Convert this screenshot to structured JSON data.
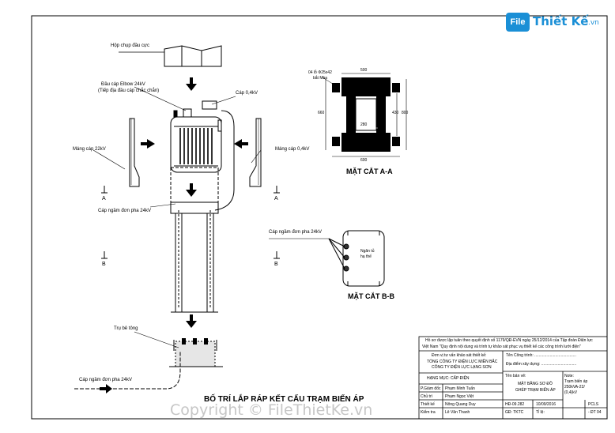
{
  "logo": {
    "badge": "File",
    "name": "Thiết Kế",
    "suffix": ".vn"
  },
  "labels": {
    "hop_chup": "Hộp chụp đầu cực",
    "dau_cap_1": "Đầu cáp Elbow 24kV",
    "dau_cap_2": "(Tiếp địa đầu cáp chắc chắn)",
    "cap_04_top": "Cáp 0,4kV",
    "mang_cap_22": "Máng cáp 22kV",
    "mang_cap_04": "Máng cáp 0,4kV",
    "cap_ngam_1": "Cáp ngầm đơn pha 24kV",
    "cap_ngam_2": "Cáp ngầm đơn pha 24kV",
    "cap_ngam_3": "Cáp ngầm đơn pha 24kV",
    "tru_be_tong": "Trụ bê tông",
    "sec_a_left": "A",
    "sec_a_right": "A",
    "sec_b_left": "B",
    "sec_b_right": "B",
    "main_title": "BỐ TRÍ LẮP RÁP KẾT CẤU TRẠM BIẾN ÁP"
  },
  "section_aa": {
    "note_1": "04 lỗ Φ25x42",
    "note_2": "bắt Mba",
    "dim_top": "500",
    "dim_left": "660",
    "dim_mid": "280",
    "dim_right_a": "430",
    "dim_right_b": "800",
    "dim_bottom": "600",
    "title": "MẶT CẮT A-A"
  },
  "section_bb": {
    "cable_label": "Cáp ngầm đơn pha 24kV",
    "box_text_1": "Ngăn tủ",
    "box_text_2": "hạ thế",
    "title": "MẶT CẮT B-B"
  },
  "approval": {
    "line1": "Hồ sơ được lập tuân theo quyết định số 1179/QĐ-EVN ngày 25/12/2014 của Tập đoàn Điện lực",
    "line2": "Việt Nam \"Quy định nội dung và trình tự khảo sát phục vụ thiết kế các công trình lưới điện\""
  },
  "title_block": {
    "ten_cong_trinh": "Tên Công trình: ......................................",
    "dia_diem": "Địa điểm xây dựng: ................................",
    "don_vi_label": "Đơn vị tư vấn khảo sát thiết kế:",
    "company_1": "TỔNG CÔNG TY ĐIỆN LỰC MIỀN BẮC",
    "company_2": "CÔNG TY ĐIỆN LỰC LẠNG SƠN",
    "hang_muc": "HẠNG MỤC: CẤP ĐIỆN",
    "roles": [
      {
        "role": "P.Giám đốc",
        "name": "Phạm Minh Tuấn"
      },
      {
        "role": "Chủ trì",
        "name": "Phạm Ngọc Việt"
      },
      {
        "role": "Thiết kế",
        "name": "Nông Quang Duy"
      },
      {
        "role": "Kiểm tra",
        "name": "Lê Văn Thanh"
      }
    ],
    "ten_ban_ve": "Tên bản vẽ:",
    "drawing_1": "MẶT BẰNG SƠ ĐỒ",
    "drawing_2": "GHÉP TRẠM BIẾN ÁP",
    "note_label": "Note:",
    "note_1": "Trạm biến áp",
    "note_2": "250kVA-22/",
    "note_3": "(0,4)kV",
    "hd_code": "HĐ-09.282",
    "date": "10/09/2016",
    "gd": "GĐ: TKTC",
    "scale": "Tỉ lệ:",
    "sheet_1": "PCLS",
    "sheet_2": "- ĐT 04"
  },
  "watermark": "Copyright © FileThietKe.vn"
}
